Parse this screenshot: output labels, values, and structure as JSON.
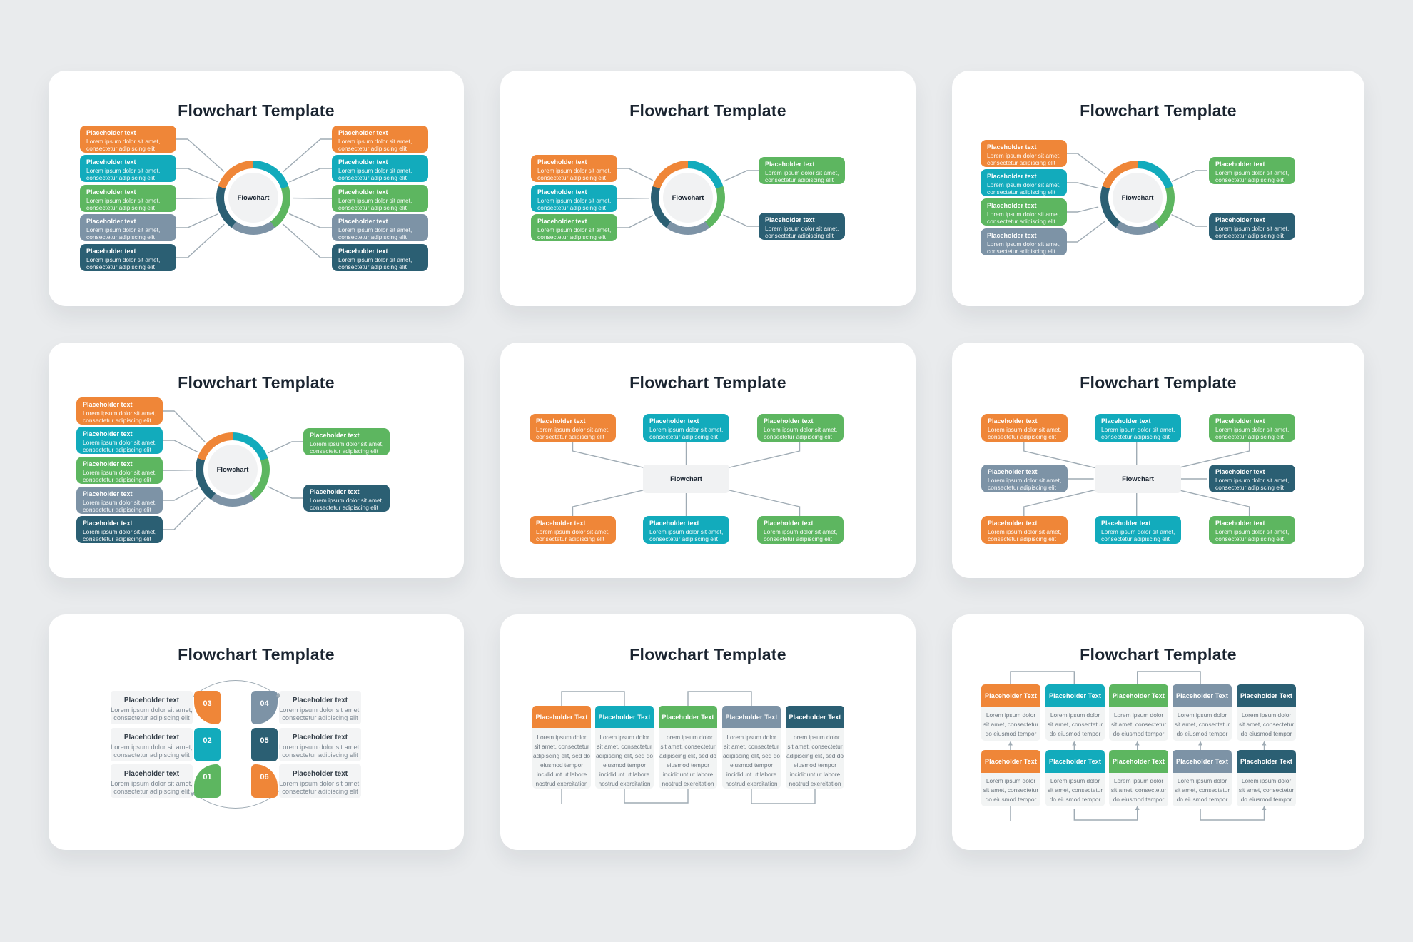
{
  "palette": {
    "orange": "#EF8638",
    "teal": "#12ABBC",
    "green": "#5DB660",
    "slate": "#7D93A6",
    "navy": "#2B5F73",
    "page_bg": "#E9EBED",
    "card_bg": "#FFFFFF",
    "gray_fill": "#F1F2F3",
    "row_fill": "#F3F4F5",
    "cell_fill": "#F2F4F4",
    "line": "#9FABB4",
    "title_color": "#1A2430",
    "text_dark": "#333D47",
    "text_gray": "#7E8993",
    "text_gray2": "#6B757E"
  },
  "shared": {
    "slide_title": "Flowchart Template",
    "hub_label": "Flowchart",
    "box_heading": "Placeholder text",
    "box_body_lines": [
      "Lorem ipsum dolor sit amet,",
      "consectetur adipiscing elit"
    ],
    "header_label": "Placeholder Text",
    "column_body_lines": [
      "Lorem ipsum dolor",
      "sit amet, consectetur",
      "adipiscing elit, sed do",
      "eiusmod tempor",
      "incididunt ut labore",
      "nostrud exercitation"
    ],
    "cell_body_lines": [
      "Lorem ipsum dolor",
      "sit amet, consectetur",
      "do eiusmod tempor"
    ],
    "donut_segments": [
      "teal",
      "green",
      "slate",
      "navy",
      "orange"
    ]
  },
  "slides": [
    {
      "name": "radial-5-left-5-right",
      "type": "radial",
      "left_boxes": [
        "orange",
        "teal",
        "green",
        "slate",
        "navy"
      ],
      "right_boxes": [
        "orange",
        "teal",
        "green",
        "slate",
        "navy"
      ]
    },
    {
      "name": "radial-3-left-2-right",
      "type": "radial",
      "left_boxes": [
        "orange",
        "teal",
        "green"
      ],
      "right_boxes": [
        "green",
        "navy"
      ]
    },
    {
      "name": "radial-4-left-2-right",
      "type": "radial",
      "left_boxes": [
        "orange",
        "teal",
        "green",
        "slate"
      ],
      "right_boxes": [
        "green",
        "navy"
      ]
    },
    {
      "name": "radial-5-left-2-right",
      "type": "radial",
      "left_boxes": [
        "orange",
        "teal",
        "green",
        "slate",
        "navy"
      ],
      "right_boxes": [
        "green",
        "navy"
      ]
    },
    {
      "name": "hub-six-boxes",
      "type": "hub",
      "top": [
        "orange",
        "teal",
        "green"
      ],
      "middle": [],
      "bottom": [
        "orange",
        "teal",
        "green"
      ]
    },
    {
      "name": "hub-eight-boxes",
      "type": "hub",
      "top": [
        "orange",
        "teal",
        "green"
      ],
      "middle": [
        "slate",
        "navy"
      ],
      "bottom": [
        "orange",
        "teal",
        "green"
      ]
    },
    {
      "name": "cycle-numbered",
      "type": "cycle",
      "left": [
        {
          "num": "03",
          "color": "orange"
        },
        {
          "num": "02",
          "color": "teal"
        },
        {
          "num": "01",
          "color": "green"
        }
      ],
      "right": [
        {
          "num": "04",
          "color": "slate"
        },
        {
          "num": "05",
          "color": "navy"
        },
        {
          "num": "06",
          "color": "orange"
        }
      ]
    },
    {
      "name": "five-columns",
      "type": "columns",
      "headers": [
        "orange",
        "teal",
        "green",
        "slate",
        "navy"
      ]
    },
    {
      "name": "grid-two-rows",
      "type": "grid",
      "headers": [
        "orange",
        "teal",
        "green",
        "slate",
        "navy"
      ],
      "row_count": 2
    }
  ]
}
